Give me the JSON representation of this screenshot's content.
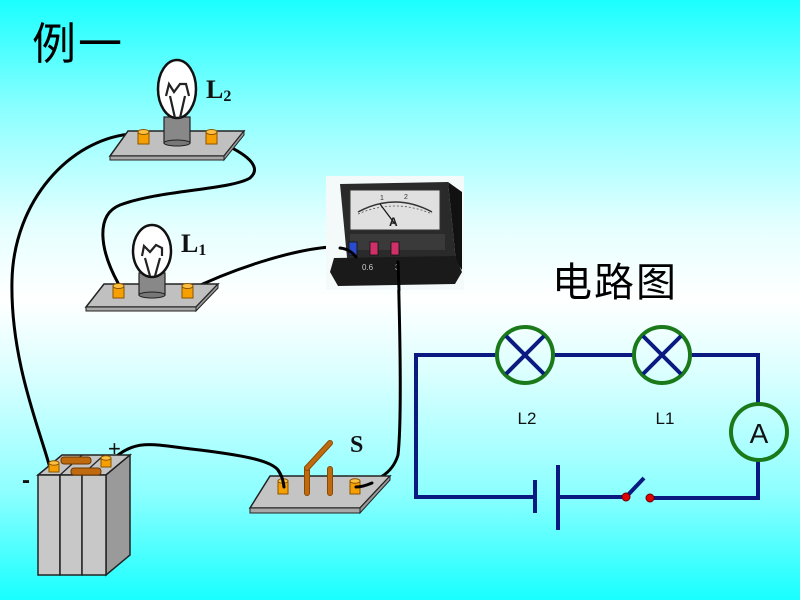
{
  "title": "例一",
  "diagram_title": "电路图",
  "apparatus": {
    "lamp_top_label": "L",
    "lamp_top_sub": "2",
    "lamp_mid_label": "L",
    "lamp_mid_sub": "1",
    "switch_label": "S",
    "battery_minus": "-",
    "battery_plus": "+",
    "ammeter_face_label": "A",
    "ammeter_terminals": [
      "-",
      "0.6",
      "3"
    ],
    "ammeter_scale": [
      "1",
      "2"
    ]
  },
  "schematic": {
    "lamp_left_label": "L2",
    "lamp_right_label": "L1",
    "ammeter_label": "A",
    "colors": {
      "wire": "#0a1a80",
      "component_ring": "#1a7a1a",
      "switch_contact": "#e00000"
    }
  }
}
